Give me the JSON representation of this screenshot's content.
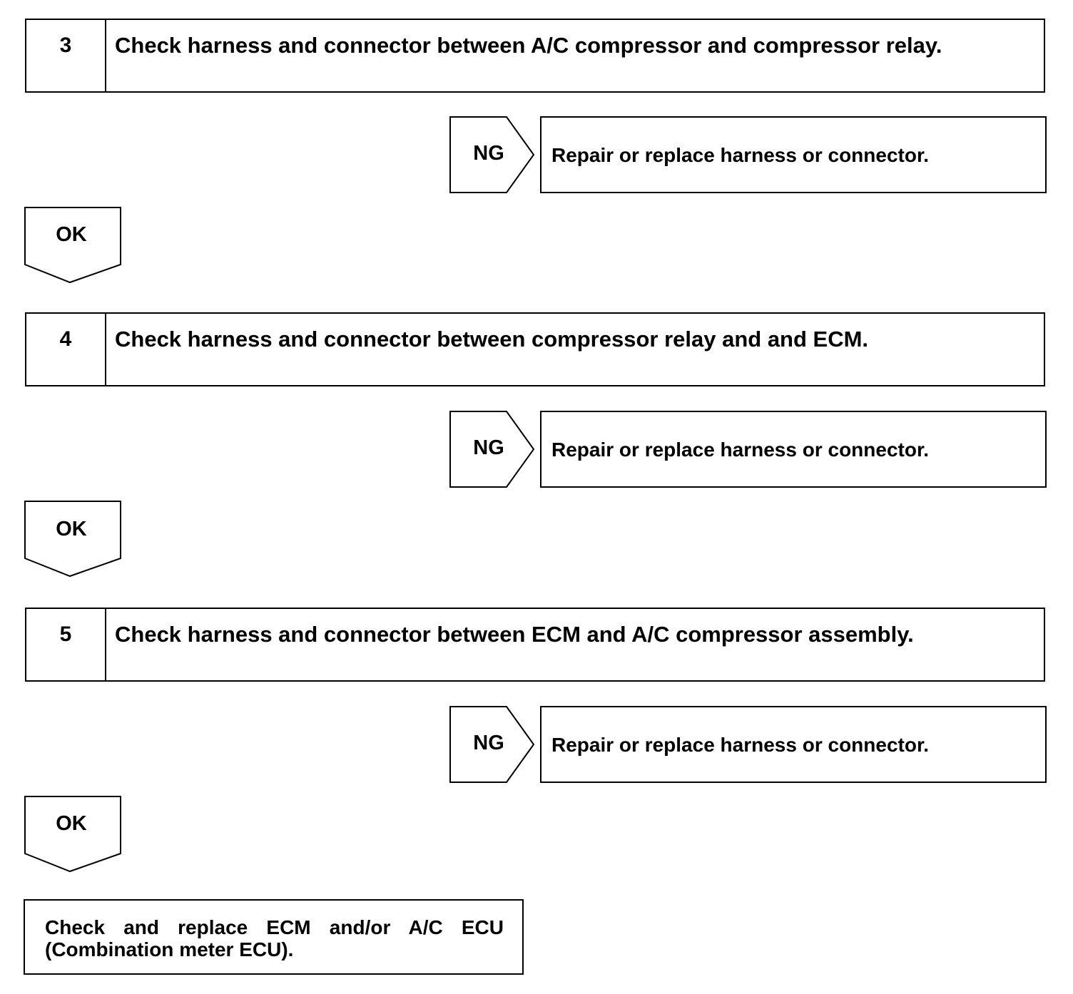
{
  "steps": [
    {
      "number": "3",
      "text": "Check harness and connector between A/C compressor and compressor relay.",
      "ng_label": "NG",
      "ng_action": "Repair or replace harness or connector.",
      "ok_label": "OK"
    },
    {
      "number": "4",
      "text": "Check harness and connector between compressor relay and and ECM.",
      "ng_label": "NG",
      "ng_action": "Repair or replace harness or connector.",
      "ok_label": "OK"
    },
    {
      "number": "5",
      "text": "Check harness and connector between ECM and A/C compressor assembly.",
      "ng_label": "NG",
      "ng_action": "Repair or replace harness or connector.",
      "ok_label": "OK"
    }
  ],
  "final_action": {
    "line1": "Check and replace ECM and/or A/C ECU",
    "line2": "(Combination meter ECU)."
  }
}
